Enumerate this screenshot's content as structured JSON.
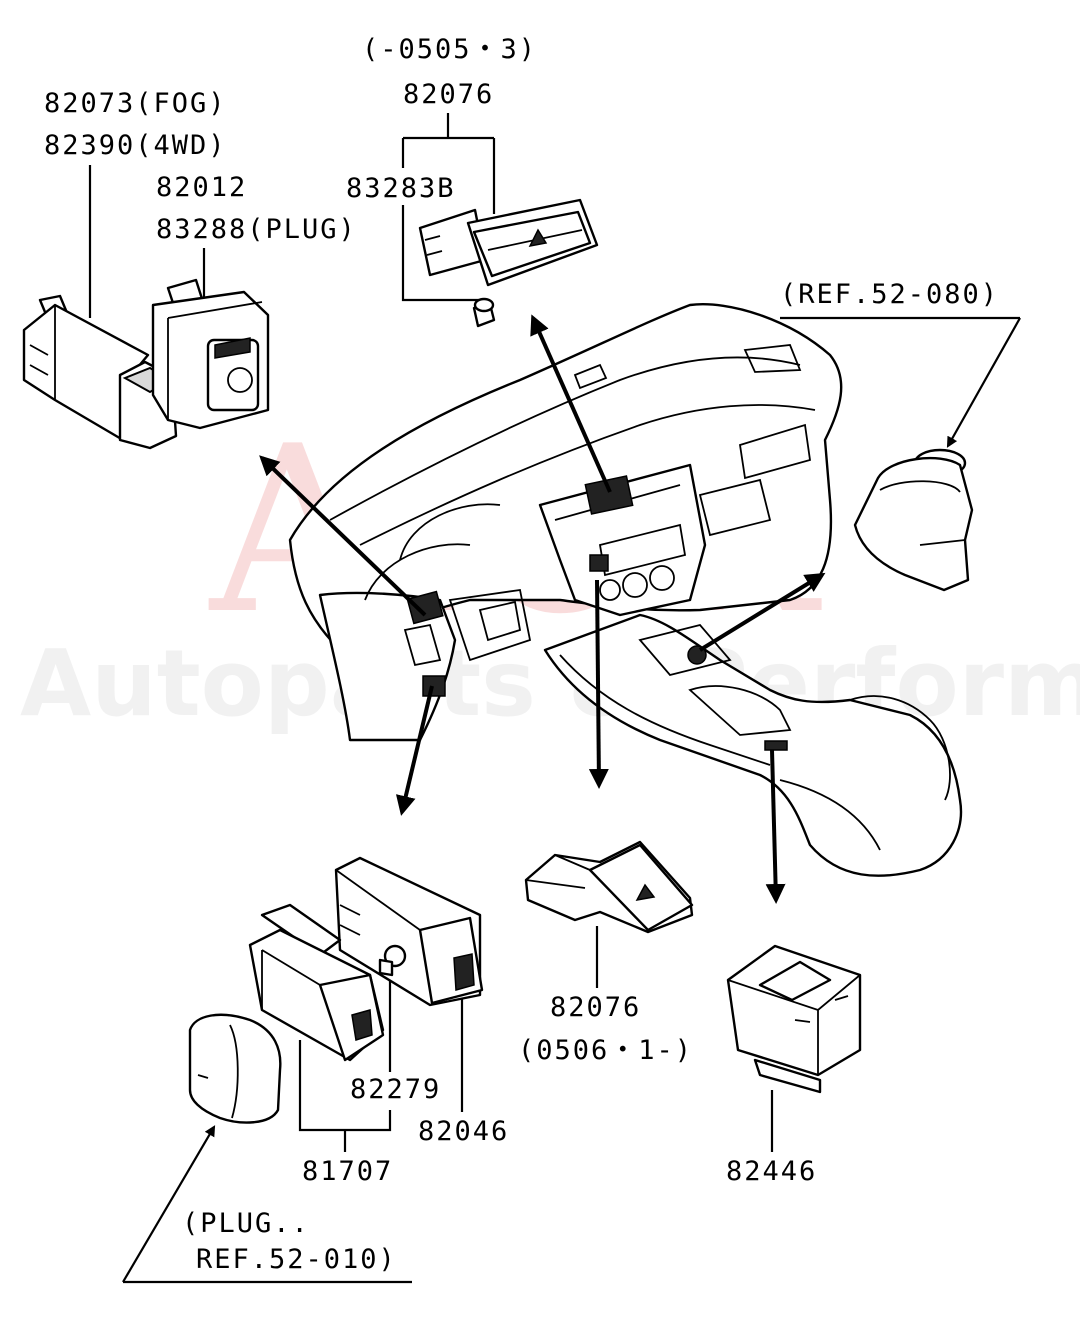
{
  "watermark": {
    "brand": "AICR",
    "tagline": "Autoparts & Performance"
  },
  "labels": {
    "top_range": "(-0505・3)",
    "top_part": "82076",
    "bulb_part": "83283B",
    "fog": "82073(FOG)",
    "fourwd": "82390(4WD)",
    "switch_82012": "82012",
    "plug": "83288(PLUG)",
    "ref_52_080": "(REF.52-080)",
    "hazard_part": "82076",
    "hazard_range": "(0506・1-)",
    "p_82279": "82279",
    "p_82046": "82046",
    "p_81707": "81707",
    "plug_ref_line1": "(PLUG..",
    "plug_ref_line2": "REF.52-010)",
    "p_82446": "82446"
  }
}
